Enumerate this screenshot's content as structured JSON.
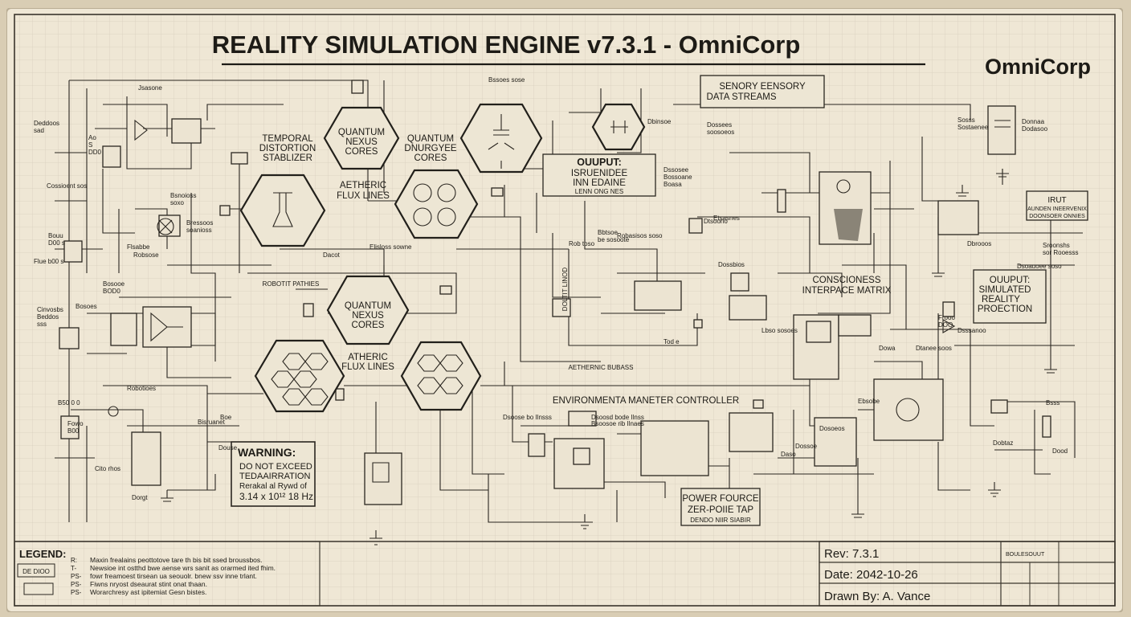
{
  "title": "REALITY SIMULATION ENGINE v7.3.1 - OmniCorp",
  "logo": "OmniCorp",
  "colors": {
    "paper": "#efe7d5",
    "ink": "#1d1b16",
    "grid": "#d7cfbd",
    "border": "#b9ad94"
  },
  "blocks": {
    "temporal": [
      "TEMPORAL",
      "DISTORTION",
      "STABLIZER"
    ],
    "nexus_top": [
      "QUANTUM",
      "NEXUS",
      "CORES"
    ],
    "nexus_top2": [
      "QUANTUM",
      "DNURGYEE",
      "CORES"
    ],
    "aether_top": [
      "AETHERIC",
      "FLUX LINES"
    ],
    "sensory": [
      "SENORY EENSORY",
      "DATA STREAMS"
    ],
    "output_engine": [
      "OUUPUT:",
      "ISRUENIDEE",
      "INN EDAINE",
      "LENN ONG NES"
    ],
    "nexus_mid": [
      "QUANTUM",
      "NEXUS",
      "CORES"
    ],
    "aether_mid": [
      "ATHERIC",
      "FLUX LINES"
    ],
    "consciousness": [
      "CONSCIONESS",
      "INTERPACE MATRIX"
    ],
    "output_sim": [
      "OUUPUT:",
      "SIMULATED",
      "REALITY",
      "PROECTION"
    ],
    "environment": "ENVIRONMENTA MANETER CONTROLLER",
    "aethernic_buses": "AETHERNIC BUBASS",
    "power": [
      "POWER FOURCE",
      "ZER-POIIE TAP",
      "DENDO NIIR SIABIR"
    ],
    "irut": [
      "IRUT",
      "AUNDEN INEERVENIX",
      "DOONSOER ONNIES"
    ],
    "robotic_paths": "ROBOTIT PATHIES",
    "vertical_label": "DOLTIT LINOD"
  },
  "warning": {
    "title": "WARNING:",
    "lines": [
      "DO NOT EXCEED",
      "TEDAAIRRATION",
      "Rerakal al Rywd of",
      "3.14 x 10¹² 18 Hz"
    ]
  },
  "legend": {
    "title": "LEGEND:",
    "box_label": "DE DIOO",
    "items": [
      "Maxin frealains peottotove tare th bis bit ssed broussbos.",
      "Newsioe int ostthd bwe aense wrs sanit as orarmed ited fhim.",
      "fowr freamoest tirsean ua seouolr. bnew ssv inne trlant.",
      "Fiwns nryost dseaurat stint onat thaan.",
      "Worarchresy ast ipitemiat Gesn bistes."
    ],
    "symbols": [
      "R:",
      "T-",
      "PS-",
      "PS-",
      "PS-"
    ]
  },
  "title_block": {
    "rev": "Rev:  7.3.1",
    "date": "Date: 2042-10-26",
    "drawn_by": "Drawn By:   A. Vance",
    "corner": "BOULESOUUT"
  },
  "small_labels": [
    "Deddoos\nsad",
    "Jsasone",
    "Cossioent sos",
    "Bouu\nD00 s",
    "Flue b00 s",
    "Cinvosbs\nBeddos\nsss",
    "Bosoes",
    "Ao\nS\nDD0",
    "Bsnoioss\nsoxo",
    "Robsose",
    "Bressoos\nsoanioss",
    "Flsabbe",
    "Bosooe\nBOD0",
    "Robotioes",
    "B50 0 0",
    "Fowo\nB00",
    "Cito rhos",
    "Dorgt",
    "Bisruanet",
    "Dacot",
    "Elisloss sowne",
    "Bssoes sose",
    "Dbinsoe",
    "Dssosee\nBossoane\nBoasa",
    "Bbtsoe\nbe sosoote",
    "Dsoauoee soso",
    "Rob toso",
    "Robasisos soso",
    "Etsasnes",
    "Dtsoono",
    "Dossbios",
    "Dbrooos",
    "Dsssanoo",
    "Dowa",
    "Dtanee soos",
    "Sosss\nSostaenee",
    "Donnaa\nDodasoo",
    "Sroonshs\nsor Rooesss",
    "Bsss",
    "Frooo\nDOO",
    "Dobtaz",
    "Lbso sosoes",
    "Dossoe",
    "Dosoeos",
    "Daso",
    "Dood",
    "Ebsobe",
    "Tod e",
    "Dsoose bo Ilnsss",
    "Dsoosd bode Ilnss",
    "Bsoosoe rib Ilnaes",
    "Dossees\nsoosoeos",
    "Douse",
    "Boe"
  ]
}
